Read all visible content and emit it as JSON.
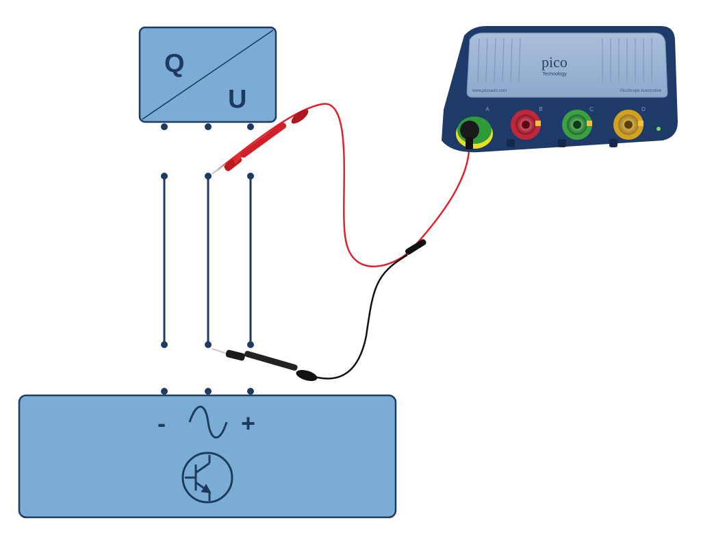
{
  "sensor_block": {
    "top_left_label": "Q",
    "bottom_right_label": "U",
    "fill": "#7aacd6",
    "stroke": "#1f3a5f"
  },
  "control_unit": {
    "minus_label": "-",
    "plus_label": "+",
    "ac_symbol": "sine-wave-icon",
    "transistor_symbol": "transistor-icon"
  },
  "scope": {
    "brand": "pico",
    "tagline": "Technology",
    "website": "www.picoauto.com",
    "product": "PicoScope Automotive",
    "channels": [
      "A",
      "B",
      "C",
      "D"
    ],
    "channel_colors": [
      "#2e9a3a",
      "#c0283a",
      "#3aa040",
      "#d4a020"
    ],
    "body_color": "#1e3a68"
  },
  "leads": {
    "positive_color": "#e0202a",
    "negative_color": "#111111"
  },
  "wire_color": "#1f3a5f"
}
